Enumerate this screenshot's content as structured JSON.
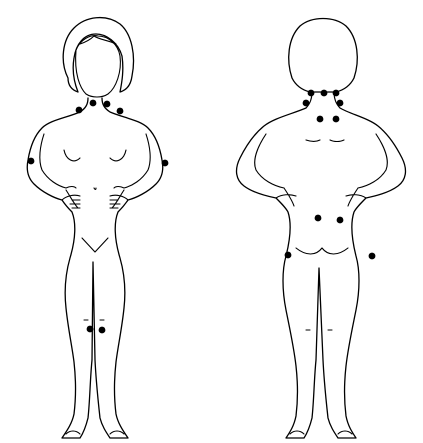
{
  "diagram": {
    "figures": [
      {
        "view": "front",
        "tender_points": 9
      },
      {
        "view": "back",
        "tender_points": 9
      }
    ],
    "colors": {
      "outline": "#000000",
      "point": "#000000",
      "background": "#ffffff"
    }
  }
}
